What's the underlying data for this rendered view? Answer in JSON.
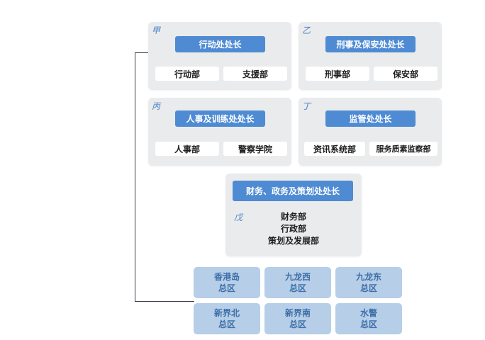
{
  "panels": {
    "jia": {
      "tag": "甲",
      "head": "行动处处长",
      "subs": [
        "行动部",
        "支援部"
      ]
    },
    "yi": {
      "tag": "乙",
      "head": "刑事及保安处处长",
      "subs": [
        "刑事部",
        "保安部"
      ]
    },
    "bing": {
      "tag": "丙",
      "head": "人事及训练处处长",
      "subs": [
        "人事部",
        "警察学院"
      ]
    },
    "ding": {
      "tag": "丁",
      "head": "监管处处长",
      "subs": [
        "资讯系统部",
        "服务质素监察部"
      ]
    },
    "wu": {
      "tag": "戊",
      "head": "财务、政务及策划处处长",
      "subs": [
        "财务部",
        "行政部",
        "策划及发展部"
      ]
    }
  },
  "regions": [
    {
      "name": "香港岛",
      "label": "总区"
    },
    {
      "name": "九龙西",
      "label": "总区"
    },
    {
      "name": "九龙东",
      "label": "总区"
    },
    {
      "name": "新界北",
      "label": "总区"
    },
    {
      "name": "新界南",
      "label": "总区"
    },
    {
      "name": "水警",
      "label": "总区"
    }
  ],
  "colors": {
    "panel": "#eaebed",
    "head": "#4e8bd3",
    "tag": "#4b83c9",
    "region": "#b6cee7",
    "region_text": "#3d6fa8",
    "connector": "#333a44"
  }
}
